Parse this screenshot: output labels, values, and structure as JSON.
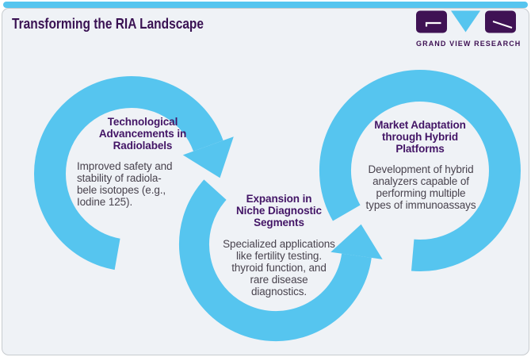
{
  "header": {
    "title": "Transforming the RIA Landscape",
    "logo_text": "GRAND VIEW RESEARCH"
  },
  "steps": [
    {
      "title": "Technological\nAdvancements in\nRadiolabels",
      "description": "Improved safety and\nstability of radiola-\nbele isotopes (e.g.,\nIodine 125)."
    },
    {
      "title": "Expansion in\nNiche Diagnostic\nSegments",
      "description": "Specialized applications\nlike fertility testing.\nthyroid function, and\nrare disease\ndiagnostics."
    },
    {
      "title": "Market Adaptation\nthrough Hybrid\nPlatforms",
      "description": "Development of hybrid\nanalyzers capable of\nperforming multiple\ntypes of immunoassays"
    }
  ],
  "colors": {
    "accent_cyan": "#56C5EF",
    "heading_purple": "#3A1253",
    "step_title_purple": "#431566",
    "body_text": "#49434E",
    "card_bg": "#EFF2F6",
    "card_border": "#C7CBCF",
    "logo_purple": "#3F1254"
  }
}
